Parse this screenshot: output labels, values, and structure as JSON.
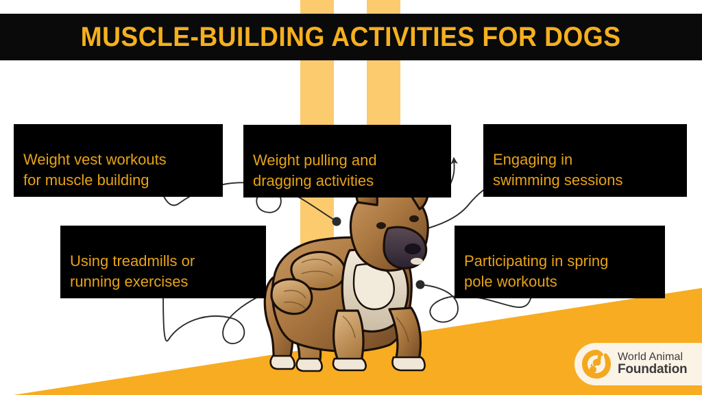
{
  "header": {
    "title": "Muscle-Building Activities for Dogs",
    "background_color": "#0a0a0a",
    "text_color": "#F5B01E"
  },
  "theme": {
    "page_background": "#ffffff",
    "stripe_color": "#FCCB6E",
    "ground_color": "#F7AC21",
    "callout_background": "#000000",
    "callout_text_color": "#E8A317",
    "logo_plate_color": "#FAF3E6",
    "connector_color": "#2b2b2b"
  },
  "callouts": [
    {
      "id": "weight-vest",
      "text": "Weight vest workouts\nfor muscle building"
    },
    {
      "id": "weight-pulling",
      "text": "Weight pulling and\ndragging activities"
    },
    {
      "id": "swimming",
      "text": "Engaging in\nswimming sessions"
    },
    {
      "id": "treadmill",
      "text": "Using treadmills or\nrunning exercises"
    },
    {
      "id": "spring-pole",
      "text": "Participating in spring\npole workouts"
    }
  ],
  "illustration": {
    "subject": "muscular-bulldog",
    "description": "Muscular bully breed dog standing on orange ground"
  },
  "logo": {
    "line1": "World Animal",
    "line2": "Foundation",
    "emblem": "animal-circle-emblem"
  }
}
